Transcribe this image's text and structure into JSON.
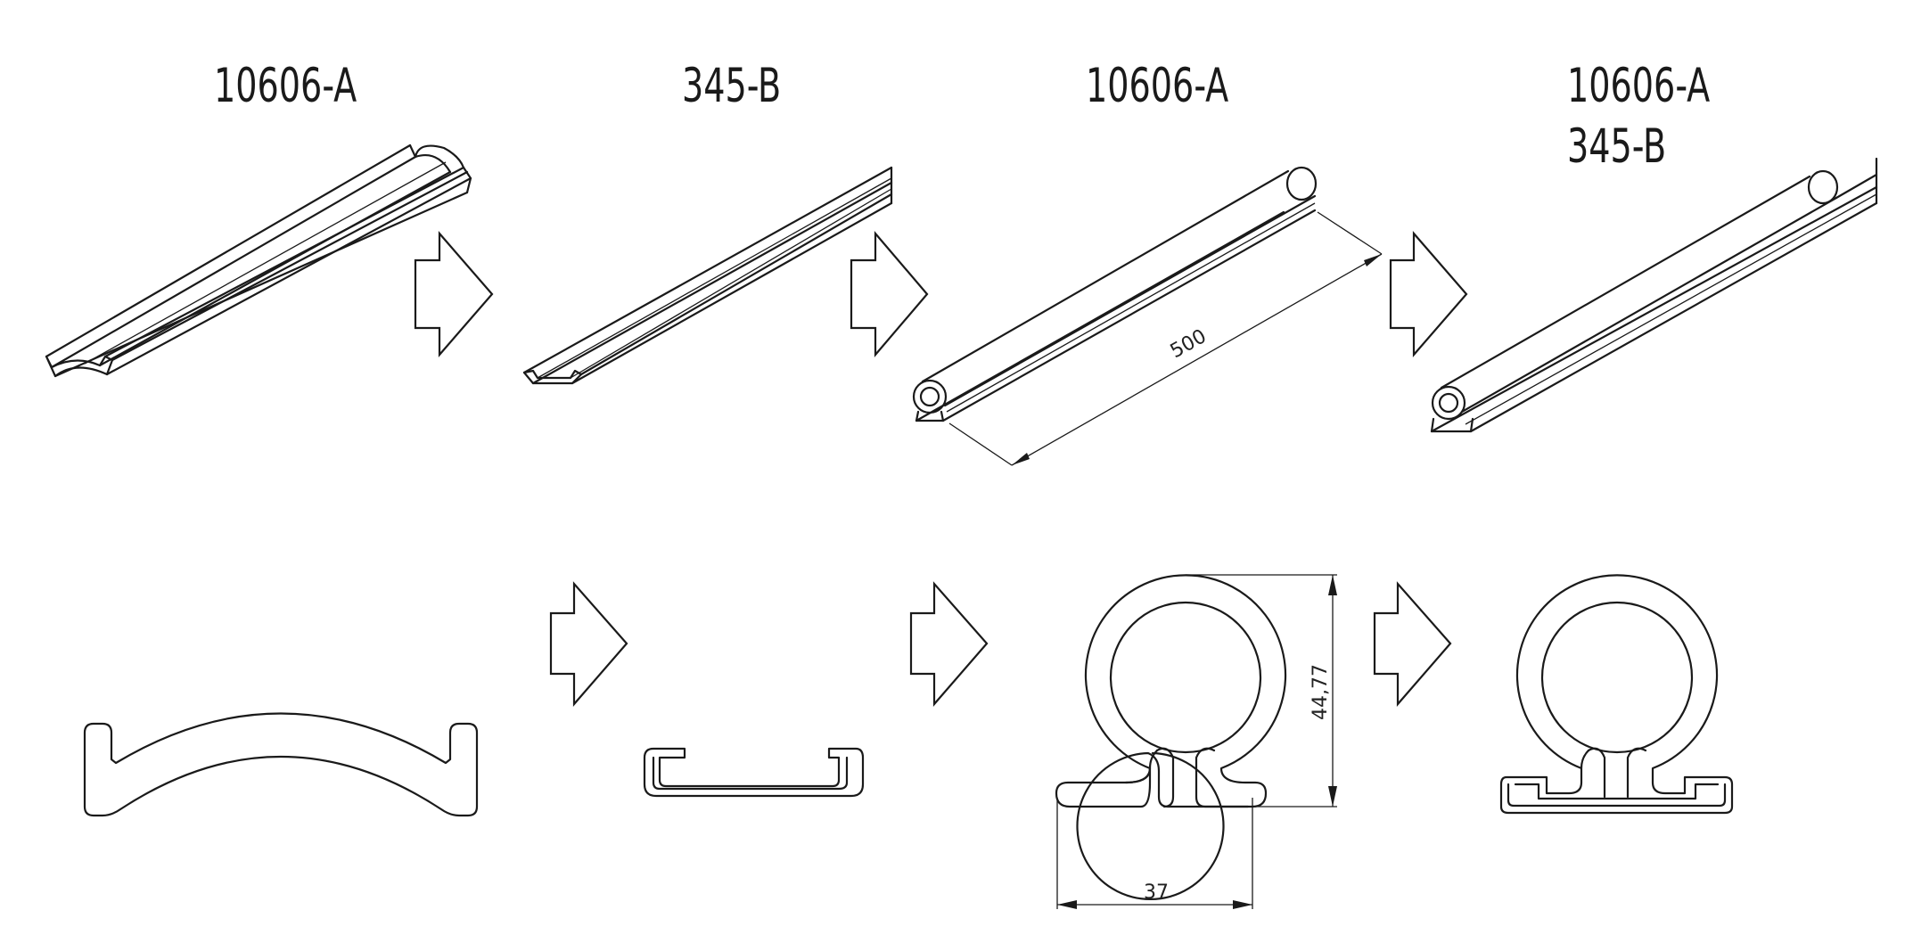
{
  "labels": {
    "step1": "10606-A",
    "step2": "345-B",
    "step3": "10606-A",
    "step4_line1": "10606-A",
    "step4_line2": "345-B"
  },
  "dimensions": {
    "length": "500",
    "height": "44,77",
    "width": "37"
  },
  "colors": {
    "line": "#1a1a1a",
    "background": "#ffffff"
  }
}
